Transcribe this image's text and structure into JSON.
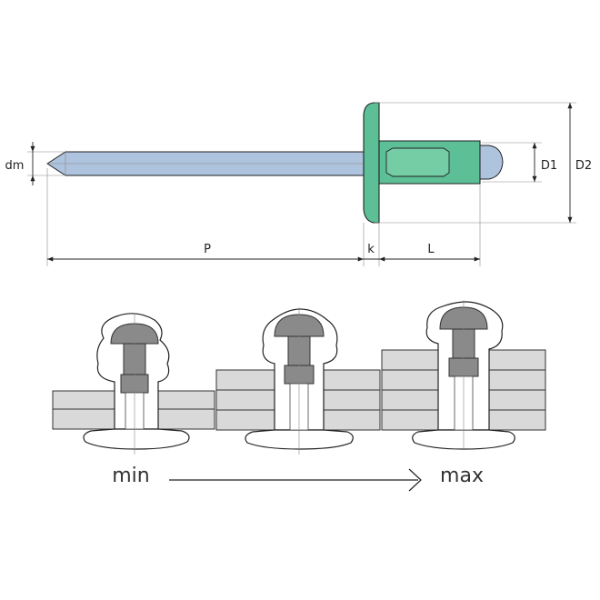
{
  "labels": {
    "dm": "dm",
    "p": "P",
    "k": "k",
    "l": "L",
    "d1": "D1",
    "d2": "D2"
  },
  "range": {
    "min": "min",
    "max": "max"
  },
  "colors": {
    "body": "#5cbf96",
    "body_inner": "#74cda5",
    "mandrel": "#aec3dd",
    "plate": "#d9d9d9",
    "mandrel_gray": "#8a8a8a"
  }
}
